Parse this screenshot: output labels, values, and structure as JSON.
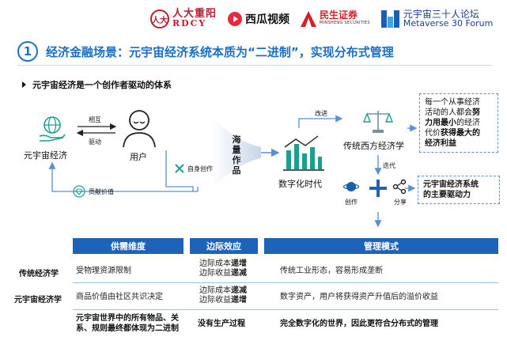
{
  "logos": {
    "rdcy_seal": "人大",
    "rdcy_cn": "人大重阳",
    "rdcy_en": "RDCY",
    "xigua": "西瓜视频",
    "minsheng_cn": "民生证券",
    "minsheng_en": "MINSHENG SECURITIES",
    "metaverse_cn": "元宇宙三十人论坛",
    "metaverse_en": "Metaverse 30 Forum"
  },
  "title": {
    "number": "1",
    "text": "经济金融场景：元宇宙经济系统本质为“二进制”，实现分布式管理"
  },
  "bullet": "元宇宙经济是一个创作者驱动的体系",
  "diagram": {
    "metaverse_economy": "元宇宙经济",
    "mutual": "相互",
    "drive": "驱动",
    "user": "用户",
    "self_create": "自身创作",
    "contribute_value": "贡献价值",
    "massive": "海量作品",
    "digital_era": "数字化时代",
    "improve": "改进",
    "traditional": "传统西方经济学",
    "iterate": "迭代",
    "create": "创作",
    "share": "分享",
    "box1_lines": [
      "每一个从事经济",
      "活动的人都会"
    ],
    "box1_bold_a": "努",
    "box1_bold_b": "力用最小",
    "box1_mid": "的经济",
    "box1_line4a": "代价",
    "box1_line4b": "获得最大的",
    "box1_line5": "经济利益",
    "box2_line1": "元宇宙经济系统",
    "box2_line2": "的主要驱动力"
  },
  "table": {
    "headers": [
      "供需维度",
      "边际效应",
      "管理模式"
    ],
    "rows": [
      {
        "label": "传统经济学",
        "supply": "受物理资源限制",
        "marginal_1a": "边际成本",
        "marginal_1b": "递增",
        "marginal_2a": "边际收益",
        "marginal_2b": "递减",
        "mgmt": "传统工业形态，容易形成垄断"
      },
      {
        "label": "元宇宙经济学",
        "supply": "商品价值由社区共识决定",
        "marginal_1a": "边际成本",
        "marginal_1b": "递减",
        "marginal_2a": "边际收益",
        "marginal_2b": "递增",
        "mgmt": "数字资产，用户将获得资产升值后的溢价收益"
      }
    ],
    "footer": {
      "left_lines": [
        "元宇宙世界中的所有物品、关",
        "系、规则最终都体现为二进制"
      ],
      "middle": "没有生产过程",
      "right": "完全数字化的世界，因此更符合分布式的管理"
    }
  },
  "colors": {
    "accent": "#1a6fc4",
    "header_fill": "#1e63b8",
    "teal": "#1c9e93",
    "arrow_blue": "#5b8fd1"
  }
}
